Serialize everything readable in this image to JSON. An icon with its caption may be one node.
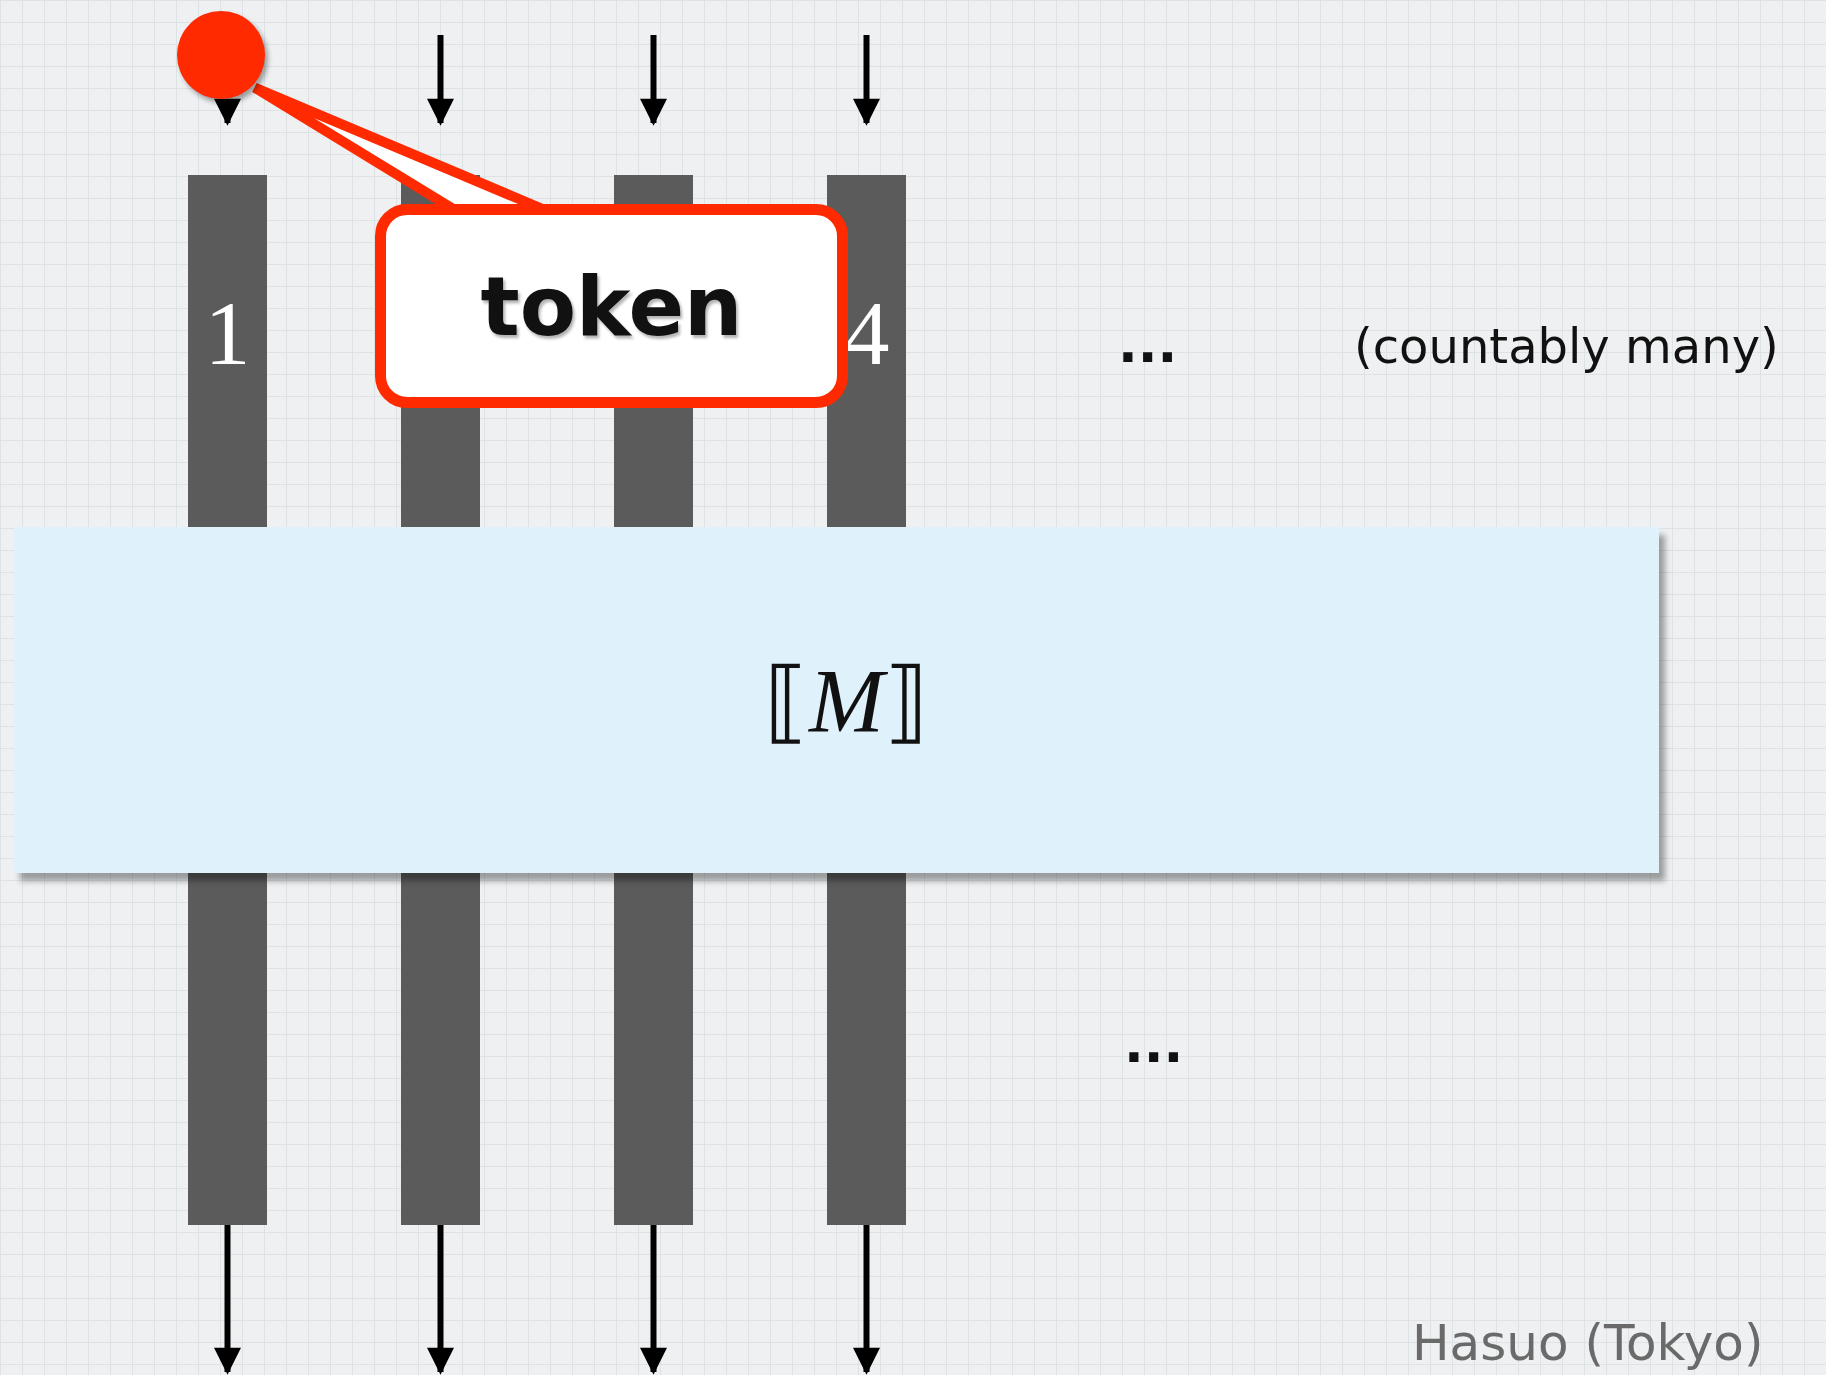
{
  "diagram": {
    "nodes": [
      {
        "text": [],
        "shape": "circle"
      },
      {
        "text": [
          "1"
        ]
      },
      {
        "text": [],
        "shape": "bar"
      },
      {
        "text": [],
        "shape": "bar"
      },
      {
        "text": [
          "4"
        ]
      },
      {
        "text": [
          "token"
        ]
      },
      {
        "text": [
          "⟦*M*⟧"
        ]
      },
      {
        "text": [],
        "shape": "bar"
      },
      {
        "text": [],
        "shape": "bar"
      },
      {
        "text": [],
        "shape": "bar"
      },
      {
        "text": [],
        "shape": "bar"
      }
    ],
    "edges": [
      {
        "from": 0,
        "to": 1,
        "arrow": "to"
      },
      {
        "from": null,
        "to": 2,
        "arrow": "to"
      },
      {
        "from": null,
        "to": 3,
        "arrow": "to"
      },
      {
        "from": null,
        "to": 4,
        "arrow": "to"
      },
      {
        "from": 7,
        "to": null,
        "arrow": "to"
      },
      {
        "from": 8,
        "to": null,
        "arrow": "to"
      },
      {
        "from": 9,
        "to": null,
        "arrow": "to"
      },
      {
        "from": 10,
        "to": null,
        "arrow": "to"
      },
      {
        "from": 5,
        "to": 0,
        "arrow": "none",
        "color": "#ff2a00"
      }
    ],
    "labels": [
      "...",
      "(countably many)",
      "...",
      "Hasuo (Tokyo)"
    ]
  }
}
